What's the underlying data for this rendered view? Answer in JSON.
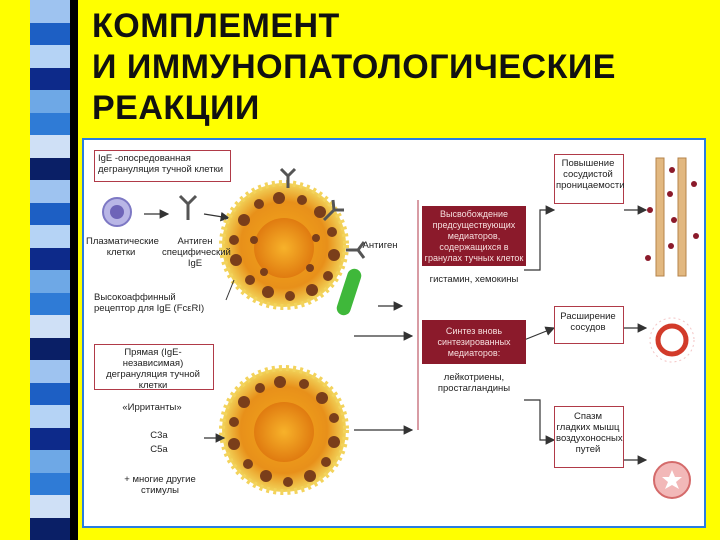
{
  "title": [
    "КОМПЛЕМЕНТ",
    "И ИММУНОПАТОЛОГИЧЕСКИЕ",
    "РЕАКЦИИ"
  ],
  "colors": {
    "background": "#ffff00",
    "panel_border": "#2a7de1",
    "accent_red": "#8b1a2b",
    "cell_orange": "#e8901a"
  },
  "diagram": {
    "left": {
      "ige_box": "IgE -опосредованная дегрануляция тучной клетки",
      "plasma_cells": "Плазматические клетки",
      "antigen_specific_ige": "Антиген специфический IgE",
      "receptor": "Высокоаффинный рецептор для IgE (FcεRI)",
      "direct_box": "Прямая (IgE-независимая) дегрануляция тучной клетки",
      "irritants": "«Ирританты»",
      "c3a": "C3a",
      "c5a": "C5a",
      "other_stimuli": "+ многие другие стимулы"
    },
    "center": {
      "antigen": "Антиген"
    },
    "mediators": {
      "release_box": "Высвобождение предсуществующих медиаторов, содержащихся в гранулах тучных клеток",
      "histamine": "гистамин, хемокины",
      "synthesis_box": "Синтез вновь синтезированных медиаторов:",
      "leukotrienes": "лейкотриены, простагландины"
    },
    "effects": {
      "permeability": "Повышение сосудистой проницаемости",
      "vasodilation": "Расширение сосудов",
      "bronchospasm": "Спазм гладких мышц воздухоносных путей"
    }
  }
}
